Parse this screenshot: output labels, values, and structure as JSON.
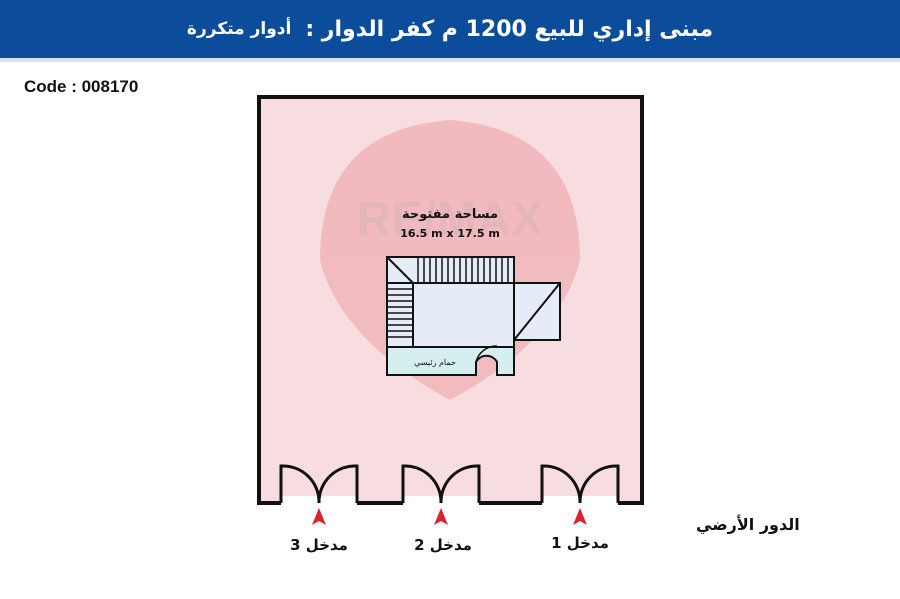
{
  "header": {
    "title": "مبنى إداري للبيع 1200 م كفر الدوار :",
    "subtitle": "أدوار متكررة"
  },
  "code_label": "Code : 008170",
  "watermark": "RE/MAX",
  "plan": {
    "open_area_label": "مساحة مفتوحة",
    "open_area_dims": "16.5 m x 17.5 m",
    "bathroom_label": "حمام رئيسي",
    "floor_label": "الدور الأرضي",
    "entrances": [
      "مدخل 3",
      "مدخل 2",
      "مدخل 1"
    ]
  },
  "colors": {
    "header_bg": "#0b4d9b",
    "building_fill": "#f8dde0",
    "core_fill": "#e6ecf7",
    "bath_fill": "#d5eff1",
    "arrow": "#d9232e"
  }
}
